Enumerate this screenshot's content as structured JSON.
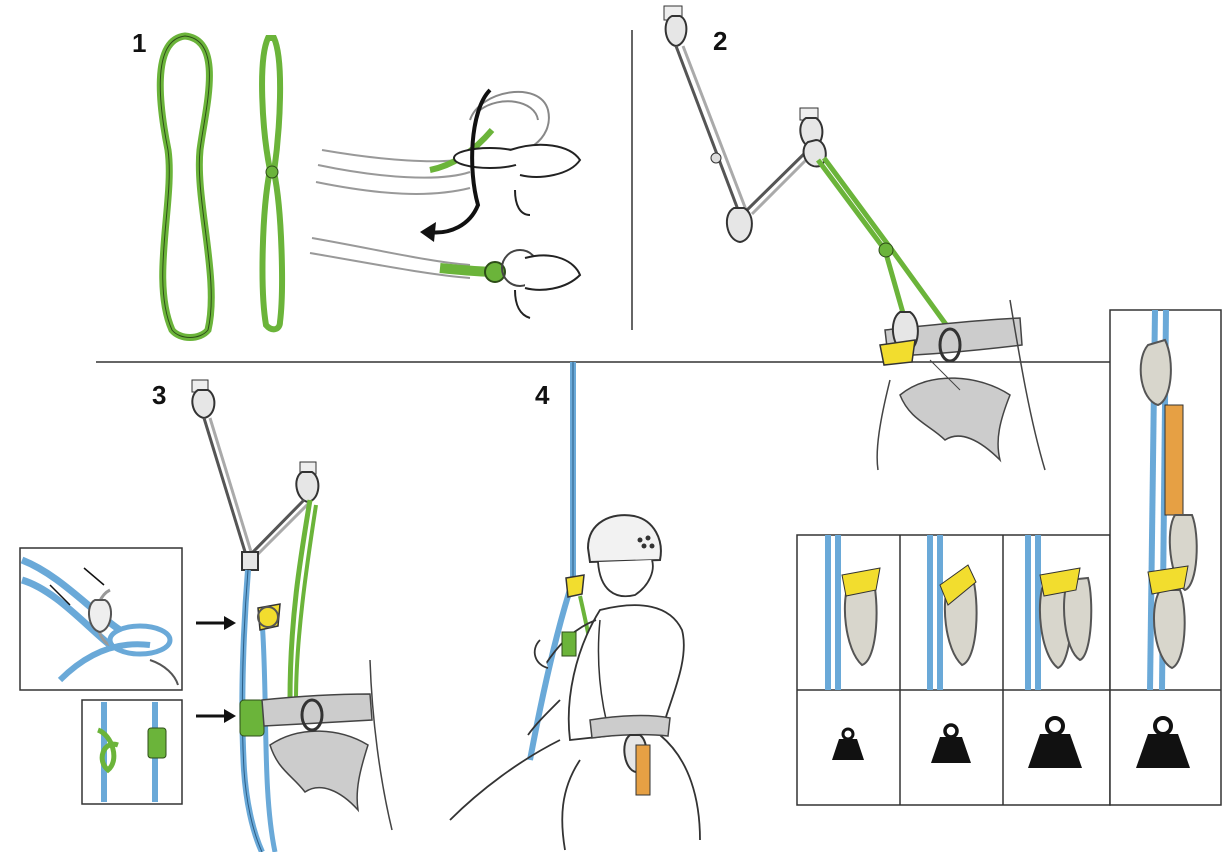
{
  "steps": [
    {
      "number": "1"
    },
    {
      "number": "2"
    },
    {
      "number": "3"
    },
    {
      "number": "4"
    }
  ],
  "colors": {
    "sling_green": "#6bb43a",
    "rope_blue": "#6aa9d8",
    "device_yellow": "#f2dd2e",
    "tape_orange": "#e6a044",
    "metal_grey": "#cfcfcf",
    "line_black": "#111111",
    "harness_grey": "#cccccc"
  },
  "weight_table": {
    "columns": 4,
    "rows": [
      "device-configuration",
      "load-weight"
    ],
    "weight_icons": [
      "weight-icon-small",
      "weight-icon-medium",
      "weight-icon-large",
      "weight-icon-large"
    ]
  },
  "icons": [
    "arrow-icon",
    "carabiner-icon",
    "anchor-icon",
    "weight-icon",
    "helmet-icon"
  ]
}
